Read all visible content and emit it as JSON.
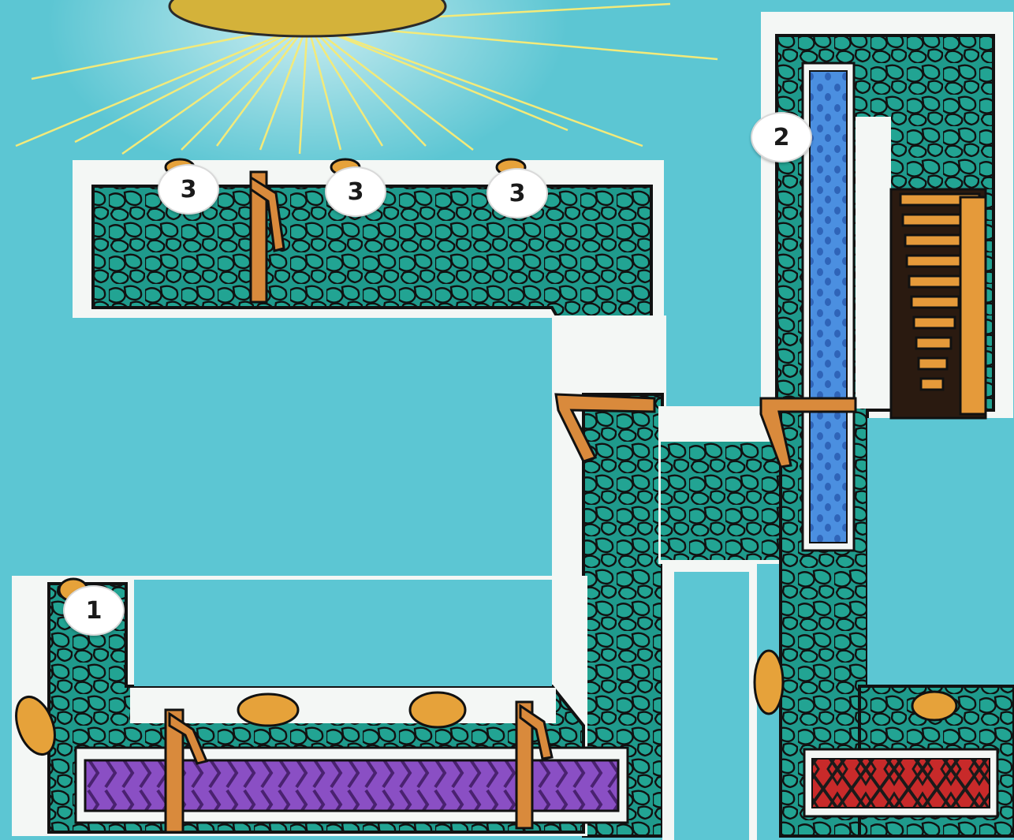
{
  "markers": [
    {
      "label": "1"
    },
    {
      "label": "2"
    },
    {
      "label": "3"
    },
    {
      "label": "3"
    },
    {
      "label": "3"
    }
  ],
  "colors": {
    "sky": "#5cc6d3",
    "stone_fill": "#1f9a8c",
    "stone_line": "#111111",
    "wall": "#f4f7f5",
    "ladder": "#d98a3c",
    "egg": "#e6a23a",
    "sun": "#d7b43a",
    "water": "#3f7fd6",
    "conveyor": "#8a4fc4",
    "rug": "#d23232"
  },
  "icons": [
    "sun-icon",
    "ladder-icon",
    "egg-icon",
    "water-column-icon",
    "conveyor-belt-icon",
    "staircase-icon",
    "patterned-rug-icon"
  ]
}
